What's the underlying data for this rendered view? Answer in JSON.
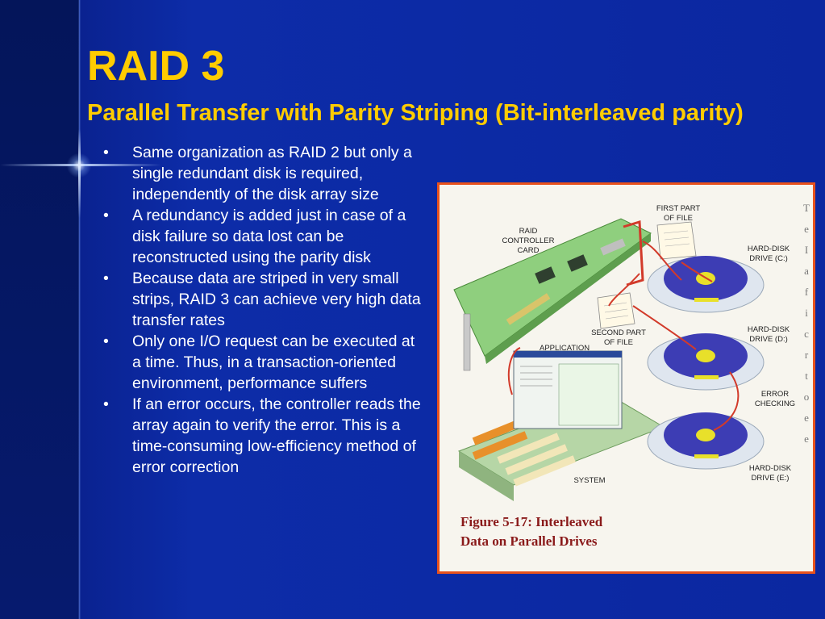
{
  "slide": {
    "title": "RAID 3",
    "subtitle": "Parallel Transfer with Parity Striping (Bit-interleaved parity)",
    "bullet_char": "•",
    "bullets": [
      "Same organization as RAID 2 but only a single redundant disk is required, independently of the disk array size",
      "A redundancy is added just in case of a disk failure so data lost can be reconstructed using the parity disk",
      "Because data are striped in very small strips, RAID 3 can achieve very high data transfer rates",
      "Only one I/O request can be executed at a time. Thus, in a transaction-oriented environment, performance suffers",
      "If an error occurs, the controller reads the array again to verify the error. This is a time-consuming low-efficiency method of error correction"
    ]
  },
  "figure": {
    "labels": {
      "raid_line1": "RAID",
      "raid_line2": "CONTROLLER",
      "raid_line3": "CARD",
      "first_line1": "FIRST PART",
      "first_line2": "OF FILE",
      "second_line1": "SECOND PART",
      "second_line2": "OF FILE",
      "application": "APPLICATION",
      "drive_c_line1": "HARD-DISK",
      "drive_c_line2": "DRIVE (C:)",
      "drive_d_line1": "HARD-DISK",
      "drive_d_line2": "DRIVE (D:)",
      "error_line1": "ERROR",
      "error_line2": "CHECKING",
      "drive_e_line1": "HARD-DISK",
      "drive_e_line2": "DRIVE (E:)",
      "system": "SYSTEM"
    },
    "caption_line1": "Figure 5-17: Interleaved",
    "caption_line2": "Data on Parallel Drives",
    "edge_chars": [
      "T",
      "e",
      "I",
      "a",
      "f",
      "i",
      "c",
      "r",
      "t",
      "o",
      "e",
      "e"
    ]
  },
  "colors": {
    "title": "#ffcc00",
    "text": "#ffffff",
    "background": "#0b27a0",
    "figure_border": "#e8521c",
    "caption": "#8a1a1a"
  }
}
